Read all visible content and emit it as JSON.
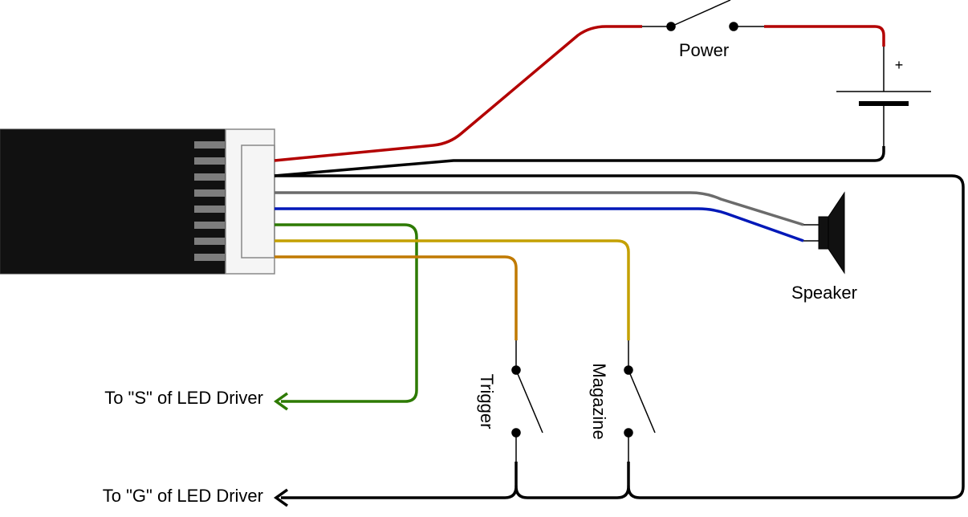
{
  "labels": {
    "power": "Power",
    "plus": "+",
    "speaker": "Speaker",
    "trigger": "Trigger",
    "magazine": "Magazine",
    "to_s": "To \"S\" of LED Driver",
    "to_g": "To \"G\" of LED Driver"
  },
  "wire_colors": {
    "red": "#b30000",
    "black": "#000000",
    "gray": "#6b6b6b",
    "blue": "#0018b8",
    "green": "#2d7a00",
    "yellow": "#c4a000",
    "orange": "#c07a00"
  },
  "module_color": "#111111",
  "pin_color": "#7d7d7d",
  "connector_fill": "#f5f5f5"
}
